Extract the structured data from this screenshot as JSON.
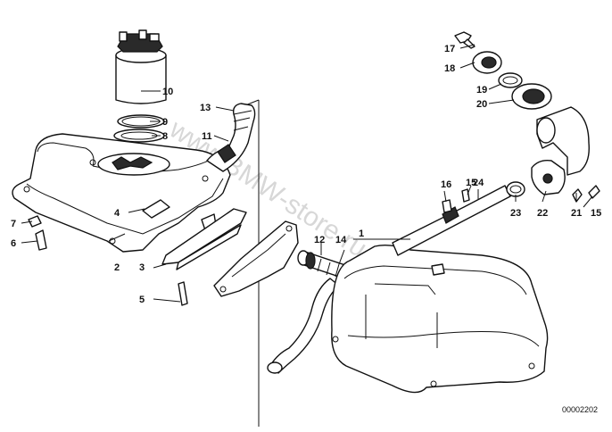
{
  "watermark": "www.BMW-store.ru",
  "reference_number": "00002202",
  "callouts": [
    {
      "id": "c1",
      "label": "1"
    },
    {
      "id": "c2",
      "label": "2"
    },
    {
      "id": "c3",
      "label": "3"
    },
    {
      "id": "c4",
      "label": "4"
    },
    {
      "id": "c5",
      "label": "5"
    },
    {
      "id": "c6",
      "label": "6"
    },
    {
      "id": "c7",
      "label": "7"
    },
    {
      "id": "c8",
      "label": "8"
    },
    {
      "id": "c9",
      "label": "9"
    },
    {
      "id": "c10",
      "label": "10"
    },
    {
      "id": "c11",
      "label": "11"
    },
    {
      "id": "c12",
      "label": "12"
    },
    {
      "id": "c13",
      "label": "13"
    },
    {
      "id": "c14",
      "label": "14"
    },
    {
      "id": "c15a",
      "label": "15"
    },
    {
      "id": "c15b",
      "label": "15"
    },
    {
      "id": "c16",
      "label": "16"
    },
    {
      "id": "c17",
      "label": "17"
    },
    {
      "id": "c18",
      "label": "18"
    },
    {
      "id": "c19",
      "label": "19"
    },
    {
      "id": "c20",
      "label": "20"
    },
    {
      "id": "c21",
      "label": "21"
    },
    {
      "id": "c22",
      "label": "22"
    },
    {
      "id": "c23",
      "label": "23"
    },
    {
      "id": "c24",
      "label": "24"
    }
  ]
}
